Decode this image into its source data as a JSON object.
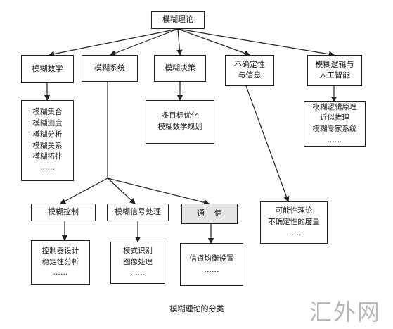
{
  "root": "模糊理论",
  "categories": {
    "math": "模糊数学",
    "system": "模糊系统",
    "decision": "模糊决策",
    "uncertain": [
      "不确定性",
      "与信息"
    ],
    "logic": [
      "模糊逻辑与",
      "人工智能"
    ]
  },
  "lists": {
    "math": [
      "模糊集合",
      "模糊测度",
      "模糊分析",
      "模糊关系",
      "模糊拓扑",
      "……"
    ],
    "decision": [
      "多目标优化",
      "模糊数学规划"
    ],
    "logic": [
      "模糊逻辑原理",
      "近似推理",
      "模糊专家系统",
      "……"
    ],
    "uncertain": [
      "可能性理论",
      "不确定性的度量",
      "……"
    ]
  },
  "subsystems": {
    "control": "模糊控制",
    "signal": "模糊信号处理",
    "comm": "通信"
  },
  "sublists": {
    "control": [
      "控制器设计",
      "稳定性分析",
      "……"
    ],
    "signal": [
      "模式识别",
      "图像处理",
      "……"
    ],
    "comm": [
      "信道均衡设置",
      "……"
    ]
  },
  "caption": "模糊理论的分类",
  "watermark": "汇外网"
}
